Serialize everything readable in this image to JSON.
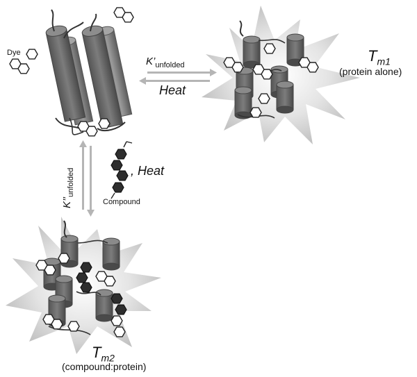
{
  "labels": {
    "dye": "Dye",
    "k_prime": "K’",
    "k_prime_sub": "unfolded",
    "heat_1": "Heat",
    "tm1_main": "T",
    "tm1_sub": "m1",
    "tm1_note": "(protein alone)",
    "k_double_prime": "K’’",
    "k_double_prime_sub": "unfolded",
    "heat_2": ", Heat",
    "compound": "Compound",
    "tm2_main": "T",
    "tm2_sub": "m2",
    "tm2_note": "(compound:protein)"
  },
  "colors": {
    "helix_dark": "#5a5a5a",
    "helix_light": "#8c8c8c",
    "burst": "#c9c9c9",
    "arrow": "#b5b5b5",
    "compound_fill": "#2e2e2e",
    "dye_stroke": "#333333"
  }
}
